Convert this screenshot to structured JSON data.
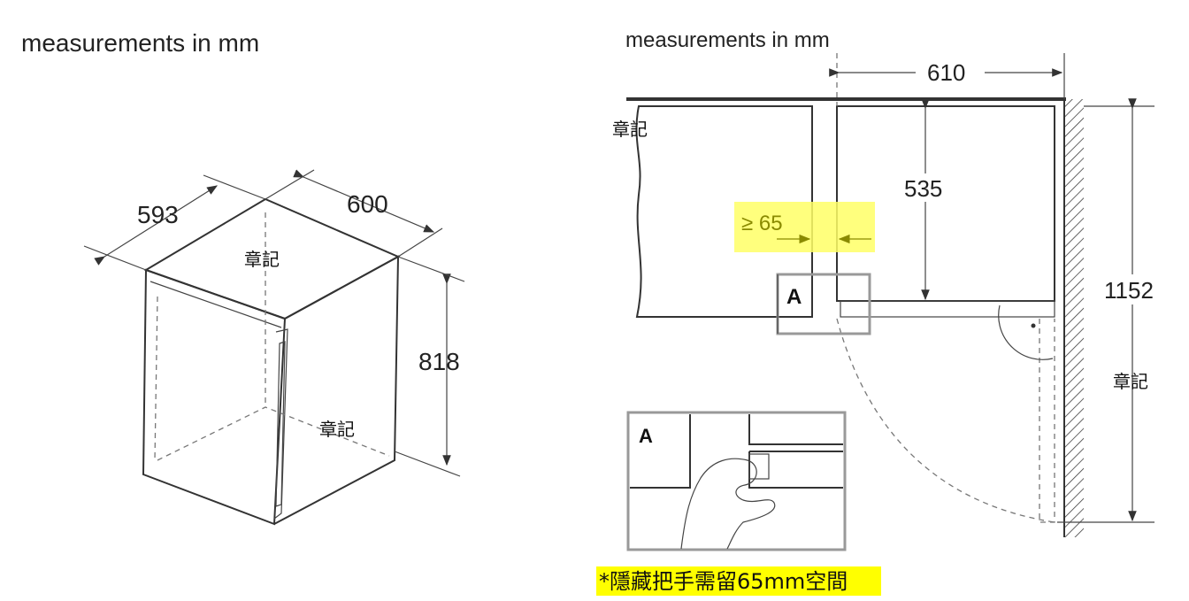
{
  "left_drawing": {
    "heading": "measurements in mm",
    "width_label": "593",
    "depth_label": "600",
    "height_label": "818",
    "note_top": "章記",
    "note_side": "章記"
  },
  "right_drawing": {
    "heading": "measurements in mm",
    "total_depth_label": "610",
    "inner_depth_label": "535",
    "total_height_label": "1152",
    "gap_label": "≥ 65",
    "detail_marker": "A",
    "inset_marker": "A",
    "note_cabinet": "章記",
    "note_wall": "章記",
    "highlight_color": "#ffff66"
  },
  "caption": {
    "text": "*隱藏把手需留65mm空間",
    "background": "#ffff00"
  }
}
